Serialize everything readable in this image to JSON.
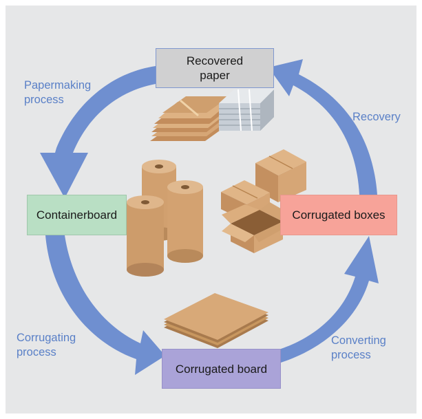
{
  "nodes": {
    "recovered_paper": "Recovered\npaper",
    "containerboard": "Containerboard",
    "corrugated_boxes": "Corrugated boxes",
    "corrugated_board": "Corrugated board"
  },
  "processes": {
    "papermaking": "Papermaking\nprocess",
    "recovery": "Recovery",
    "corrugating": "Corrugating\nprocess",
    "converting": "Converting\nprocess"
  },
  "colors": {
    "background": "#e6e7e8",
    "cycle_arrow": "#6f8fd0",
    "process_text": "#5a80c7",
    "recovered_paper_box": "#d0d0d1",
    "containerboard_box": "#b9dfc4",
    "corrugated_boxes_box": "#f7a399",
    "corrugated_board_box": "#aaa3d8",
    "kraft": "#cf9f6e"
  },
  "illustrations": [
    "cardboard-stack-icon",
    "newspaper-bundle-icon",
    "paper-rolls-icon",
    "cardboard-boxes-icon",
    "corrugated-sheets-icon"
  ]
}
